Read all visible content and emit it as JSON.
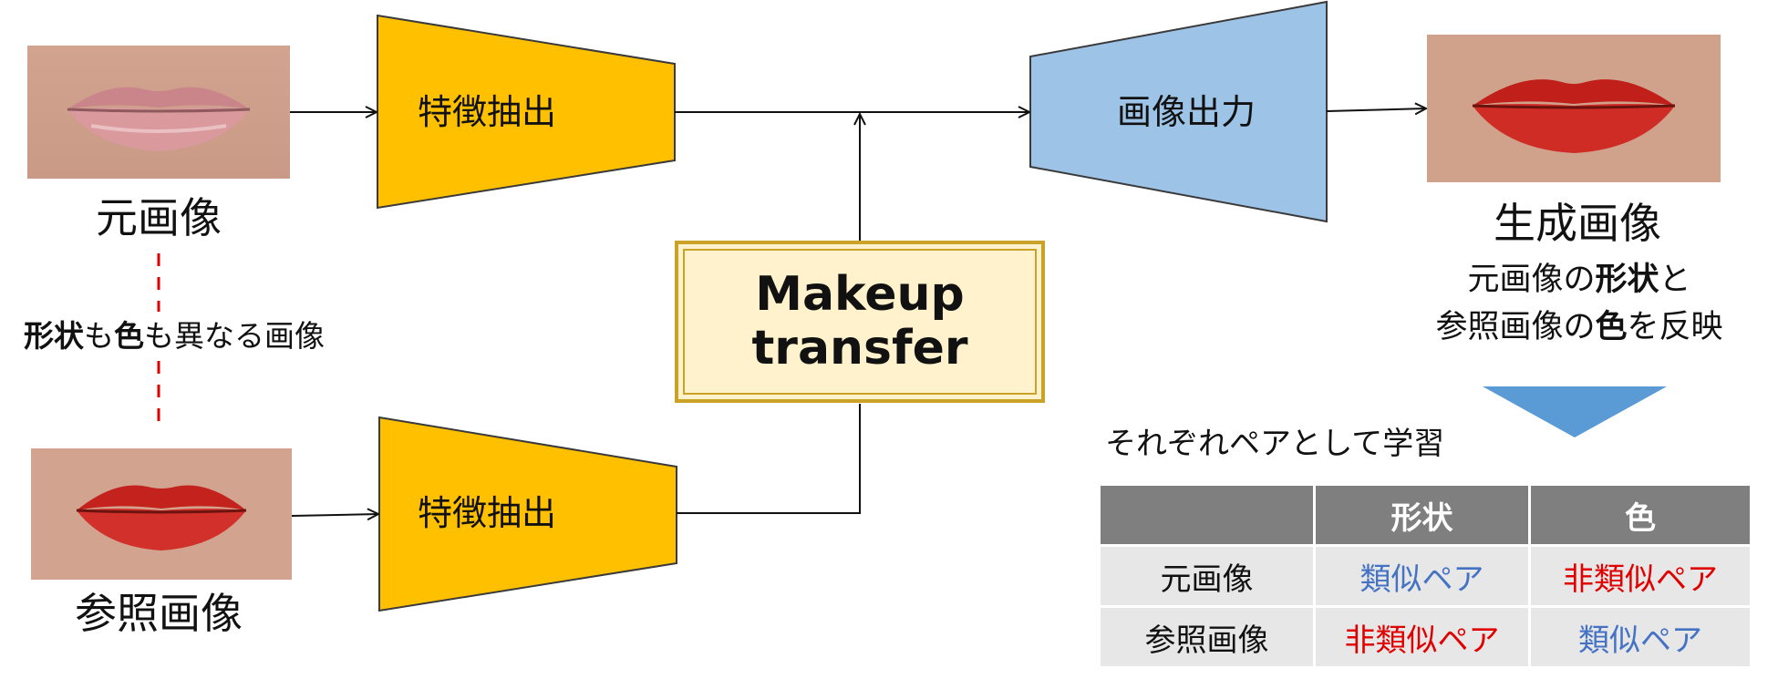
{
  "inputs": {
    "source_caption": "元画像",
    "reference_caption": "参照画像",
    "relation": [
      {
        "text": "形状",
        "bold": true
      },
      {
        "text": "も",
        "bold": false
      },
      {
        "text": "色",
        "bold": true
      },
      {
        "text": "も異なる画像",
        "bold": false
      }
    ]
  },
  "blocks": {
    "encoder_top_label": "特徴抽出",
    "encoder_bottom_label": "特徴抽出",
    "decoder_label": "画像出力",
    "makeup_line1": "Makeup",
    "makeup_line2": "transfer"
  },
  "output": {
    "caption": "生成画像",
    "description_line1": [
      {
        "text": "元画像の",
        "bold": false
      },
      {
        "text": "形状",
        "bold": true
      },
      {
        "text": "と",
        "bold": false
      }
    ],
    "description_line2": [
      {
        "text": "参照画像の",
        "bold": false
      },
      {
        "text": "色",
        "bold": true
      },
      {
        "text": "を反映",
        "bold": false
      }
    ]
  },
  "training": {
    "heading": "それぞれペアとして学習",
    "table": {
      "headers": [
        "",
        "形状",
        "色"
      ],
      "rows": [
        {
          "label": "元画像",
          "shape": "類似ペア",
          "color": "非類似ペア"
        },
        {
          "label": "参照画像",
          "shape": "非類似ペア",
          "color": "類似ペア"
        }
      ]
    }
  },
  "colors": {
    "encoder_fill": "#ffc000",
    "decoder_fill": "#9dc3e6",
    "similar": "#4472c4",
    "dissimilar": "#e00000",
    "makeup_fill": "#fff2cc",
    "makeup_border": "#c9a227",
    "arrow_head": "#5b9bd5",
    "dashed_line": "#e00000"
  }
}
